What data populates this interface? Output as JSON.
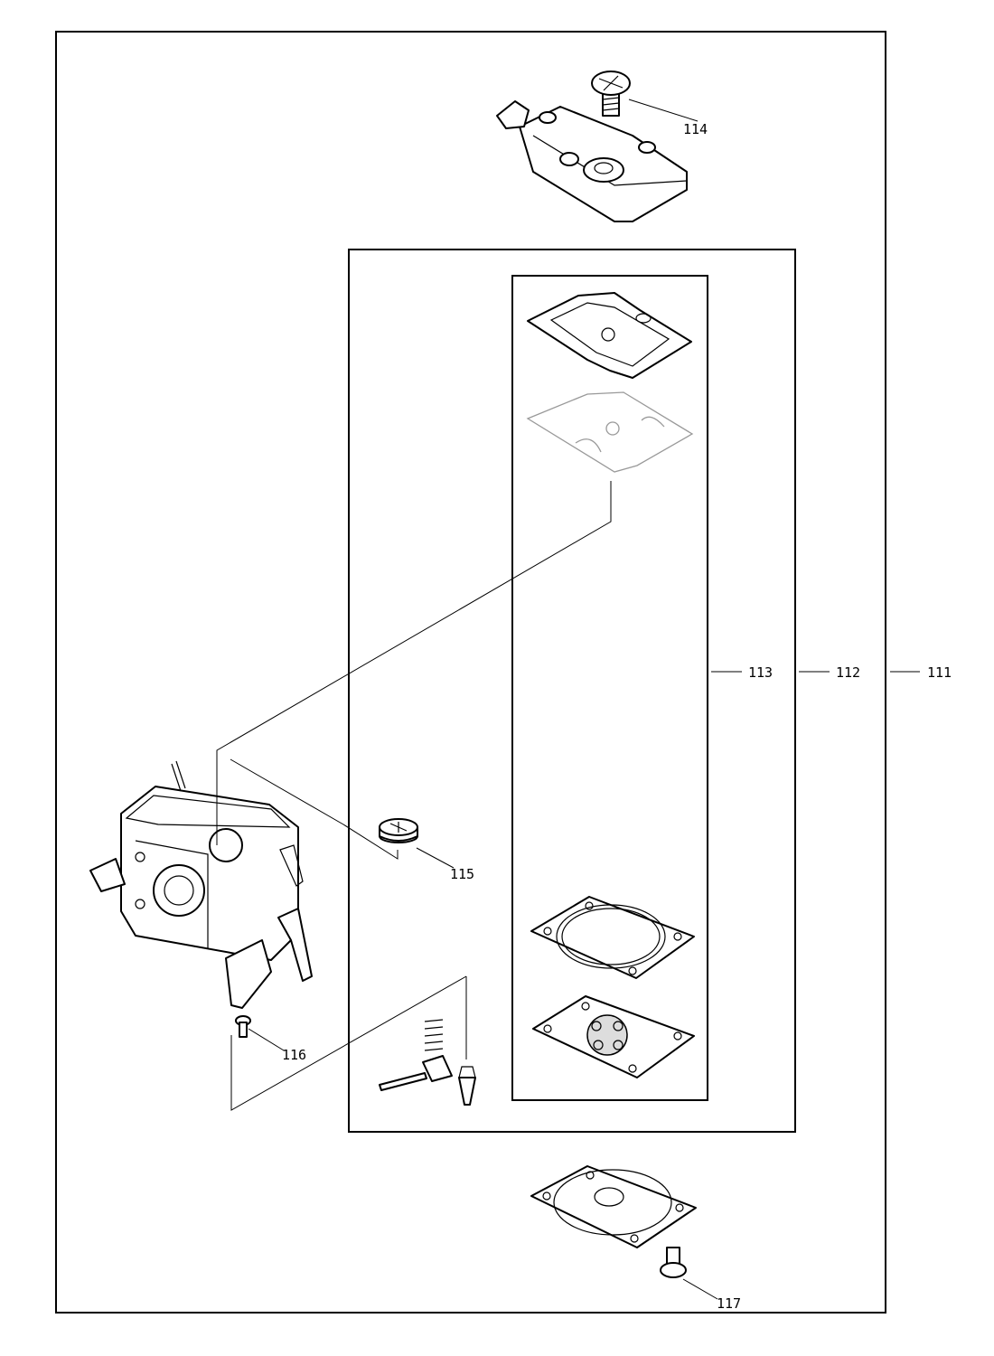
{
  "labels": {
    "p111": "111",
    "p112": "112",
    "p113": "113",
    "p114": "114",
    "p115": "115",
    "p116": "116",
    "p117": "117"
  }
}
